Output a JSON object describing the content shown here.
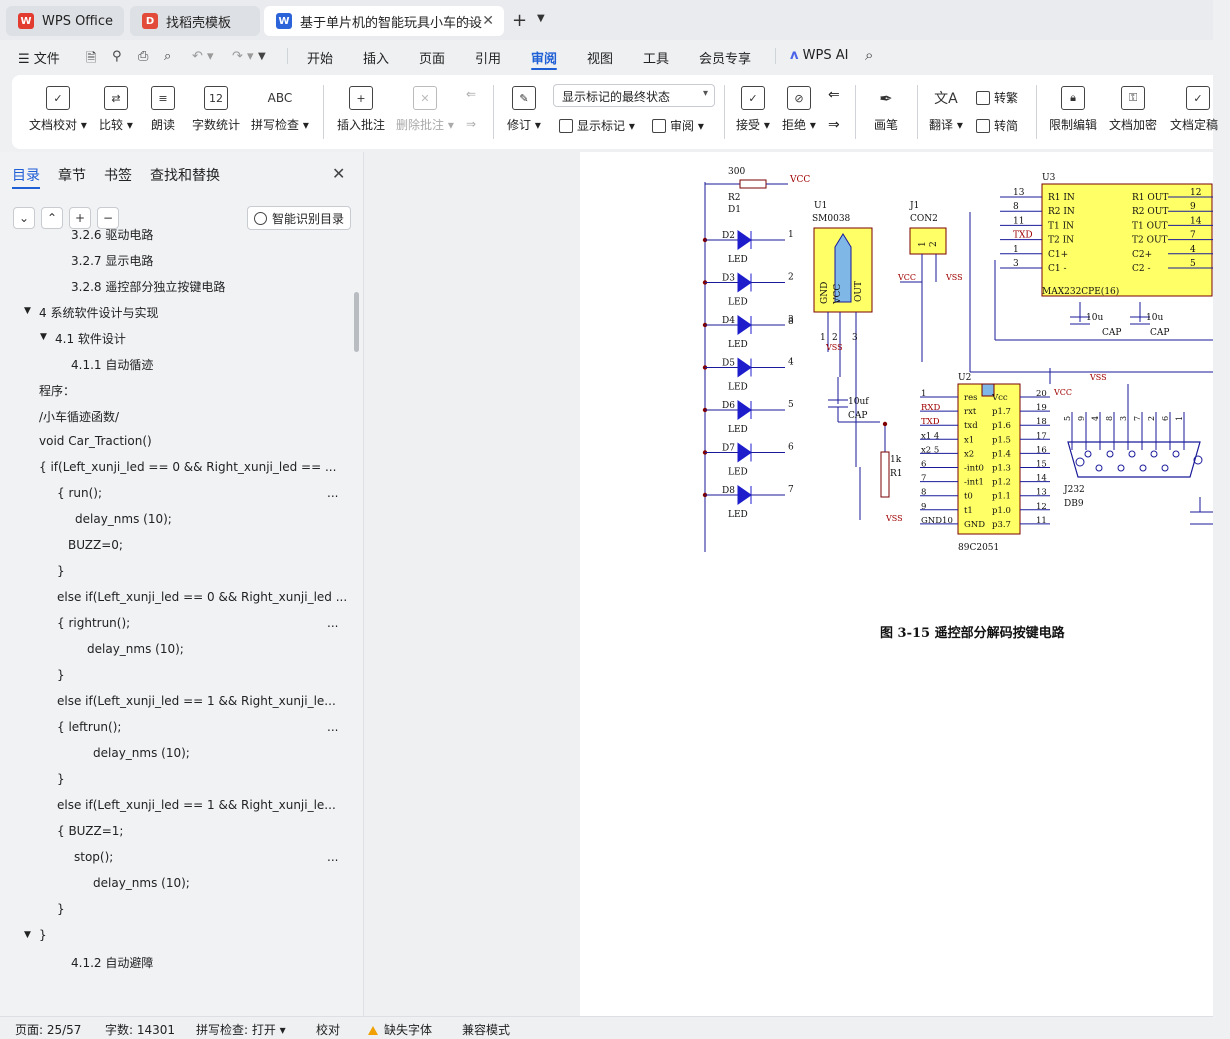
{
  "tabs": [
    {
      "label": "WPS Office",
      "icon": "wps-logo-icon",
      "color": "#e23b2f"
    },
    {
      "label": "找稻壳模板",
      "icon": "docer-logo-icon",
      "color": "#e24b3a"
    },
    {
      "label": "基于单片机的智能玩具小车的设",
      "icon": "word-doc-icon",
      "color": "#2b63d9"
    }
  ],
  "menu": {
    "file": "文件",
    "items": [
      "开始",
      "插入",
      "页面",
      "引用",
      "审阅",
      "视图",
      "工具",
      "会员专享"
    ],
    "active": "审阅",
    "ai": "WPS AI"
  },
  "ribbon": {
    "doc_check": "文档校对",
    "compare": "比较",
    "read_aloud": "朗读",
    "word_count": "字数统计",
    "spell_check": "拼写检查",
    "insert_comment": "插入批注",
    "delete_comment": "删除批注",
    "track_changes": "修订",
    "markup_state": "显示标记的最终状态",
    "show_markup": "显示标记",
    "review": "审阅",
    "accept": "接受",
    "reject": "拒绝",
    "pen": "画笔",
    "translate": "翻译",
    "to_traditional": "转繁",
    "to_simplified": "转简",
    "restrict_edit": "限制编辑",
    "encrypt": "文档加密",
    "finalize": "文档定稿",
    "word_count_icon_text": "12",
    "spell_icon_text": "ABC"
  },
  "panel": {
    "tabs": [
      "目录",
      "章节",
      "书签",
      "查找和替换"
    ],
    "smart_toc": "智能识别目录",
    "toc": [
      {
        "text": "3.2.6  驱动电路",
        "level": 3
      },
      {
        "text": "3.2.7  显示电路",
        "level": 3
      },
      {
        "text": "3.2.8  遥控部分独立按键电路",
        "level": 3
      },
      {
        "text": "4  系统软件设计与实现",
        "level": 1,
        "arrow": "▼"
      },
      {
        "text": "4.1 软件设计",
        "level": 2,
        "arrow": "▼"
      },
      {
        "text": "4.1.1 自动循迹",
        "level": 3
      },
      {
        "text": "程序：",
        "level": 0
      },
      {
        "text": "/小车循迹函数/",
        "level": 0
      },
      {
        "text": "void Car_Traction()",
        "level": 0
      },
      {
        "text": "{     if(Left_xunji_led    == 0 && Right_xunji_led == ...",
        "level": 0
      },
      {
        "text": "{        run();",
        "level": 4,
        "more": "..."
      },
      {
        "text": "delay_nms (10);",
        "level": 5
      },
      {
        "text": "BUZZ=0;",
        "level": 6
      },
      {
        "text": "}",
        "level": 4
      },
      {
        "text": "else if(Left_xunji_led    == 0 && Right_xunji_led ...",
        "level": 4
      },
      {
        "text": "{        rightrun();",
        "level": 4,
        "more": "..."
      },
      {
        "text": "delay_nms (10);",
        "level": 7
      },
      {
        "text": "}",
        "level": 4
      },
      {
        "text": "else if(Left_xunji_led    == 1 &&    Right_xunji_le...",
        "level": 4
      },
      {
        "text": "{        leftrun();",
        "level": 4,
        "more": "..."
      },
      {
        "text": "delay_nms (10);",
        "level": 8
      },
      {
        "text": "}",
        "level": 4
      },
      {
        "text": "else if(Left_xunji_led    == 1 &&    Right_xunji_le...",
        "level": 4
      },
      {
        "text": "{        BUZZ=1;",
        "level": 4
      },
      {
        "text": "stop();",
        "level": 9,
        "more": "..."
      },
      {
        "text": "delay_nms (10);",
        "level": 8
      },
      {
        "text": "}",
        "level": 4
      },
      {
        "text": "}",
        "level": 0,
        "arrow": "▼"
      },
      {
        "text": "4.1.2 自动避障",
        "level": 3
      }
    ]
  },
  "document": {
    "caption": "图 3-15  遥控部分解码按键电路",
    "schematic": {
      "r2": "300",
      "r2_name": "R2",
      "vcc": "VCC",
      "vss": "VSS",
      "gnd": "GND",
      "leds": [
        "D1",
        "D2",
        "D3",
        "D4",
        "D5",
        "D6",
        "D7",
        "D8"
      ],
      "led_label": "LED",
      "u1": "U1",
      "u1_part": "SM0038",
      "u1_pins": [
        "GND",
        "VCC",
        "OUT"
      ],
      "j1": "J1",
      "j1_part": "CON2",
      "u3": "U3",
      "u3_part": "MAX232CPE(16)",
      "u3_left": [
        "R1 IN",
        "R2 IN",
        "T1 IN",
        "T2 IN",
        "C1+",
        "C1 -"
      ],
      "u3_right": [
        "R1 OUT",
        "R2 OUT",
        "T1 OUT",
        "T2 OUT",
        "C2+",
        "C2 -"
      ],
      "u3_left_nums": [
        "13",
        "8",
        "11",
        "TXD",
        "1",
        "3"
      ],
      "u3_right_nums": [
        "12",
        "9",
        "14",
        "7",
        "4",
        "5"
      ],
      "cap": "CAP",
      "cap_val": "10u",
      "cap_val2": "10uf",
      "u2": "U2",
      "u2_part": "89C2051",
      "u2_left": [
        "res",
        "rxt",
        "txd",
        "x1",
        "x2",
        "-int0",
        "-int1",
        "t0",
        "t1",
        "GND"
      ],
      "u2_right": [
        "Vcc",
        "p1.7",
        "p1.6",
        "p1.5",
        "p1.4",
        "p1.3",
        "p1.2",
        "p1.1",
        "p1.0",
        "p3.7"
      ],
      "u2_left_nums": [
        "1",
        "RXD",
        "TXD",
        "x1 4",
        "x2 5",
        "6",
        "7",
        "8",
        "9",
        "GND10"
      ],
      "u2_right_nums": [
        "20",
        "19",
        "18",
        "17",
        "16",
        "15",
        "14",
        "13",
        "12",
        "11"
      ],
      "r1": "R1",
      "r1_val": "1k",
      "j232": "J232",
      "db9": "DB9",
      "db9_pins": [
        "5",
        "9",
        "4",
        "8",
        "3",
        "7",
        "2",
        "6",
        "1"
      ]
    }
  },
  "status": {
    "page": "页面: 25/57",
    "words": "字数: 14301",
    "spell": "拼写检查: 打开",
    "proof": "校对",
    "missing_font": "缺失字体",
    "compat": "兼容模式"
  }
}
